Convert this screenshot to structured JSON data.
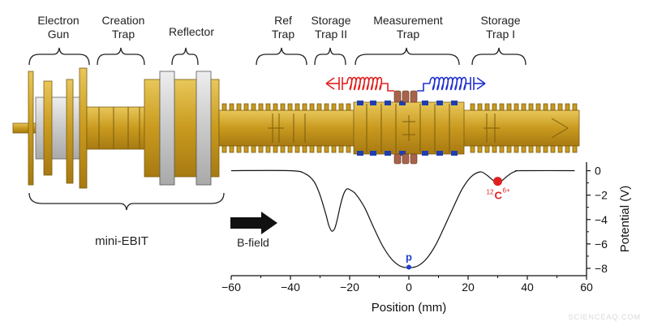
{
  "labels": {
    "electron_gun": [
      "Electron",
      "Gun"
    ],
    "creation_trap": [
      "Creation",
      "Trap"
    ],
    "reflector": "Reflector",
    "ref_trap": [
      "Ref",
      "Trap"
    ],
    "storage_trap_2": [
      "Storage",
      "Trap II"
    ],
    "measurement_trap": [
      "Measurement",
      "Trap"
    ],
    "storage_trap_1": [
      "Storage",
      "Trap I"
    ],
    "mini_ebit": "mini-EBIT",
    "b_field": "B-field"
  },
  "colors": {
    "gold": "#d4a82a",
    "gold_dark": "#9c7411",
    "gray": "#cfcfcf",
    "navy": "#1f3fb0",
    "red": "#e02020",
    "blue": "#2030d0",
    "copper": "#a8644a"
  },
  "chart_data": {
    "type": "line",
    "xlabel": "Position (mm)",
    "ylabel": "Potential (V)",
    "xlim": [
      -60,
      60
    ],
    "ylim": [
      -8.6,
      0.7
    ],
    "xticks": [
      -60,
      -40,
      -20,
      0,
      20,
      40,
      60
    ],
    "yticks": [
      0,
      -2,
      -4,
      -6,
      -8
    ],
    "series": [
      {
        "points": [
          [
            -60,
            0
          ],
          [
            -40,
            0
          ],
          [
            -35,
            -0.25
          ],
          [
            -32,
            -0.9
          ],
          [
            -30,
            -2.0
          ],
          [
            -28,
            -3.6
          ],
          [
            -27,
            -4.5
          ],
          [
            -26,
            -4.95
          ],
          [
            -25,
            -4.7
          ],
          [
            -24,
            -3.8
          ],
          [
            -23,
            -2.7
          ],
          [
            -22,
            -1.9
          ],
          [
            -21,
            -1.5
          ],
          [
            -20,
            -1.55
          ],
          [
            -18,
            -1.9
          ],
          [
            -15,
            -3.0
          ],
          [
            -12,
            -4.6
          ],
          [
            -9,
            -6.1
          ],
          [
            -6,
            -7.2
          ],
          [
            -3,
            -7.8
          ],
          [
            0,
            -7.95
          ],
          [
            3,
            -7.8
          ],
          [
            6,
            -7.2
          ],
          [
            9,
            -6.1
          ],
          [
            12,
            -4.6
          ],
          [
            15,
            -3.0
          ],
          [
            18,
            -1.5
          ],
          [
            21,
            -0.5
          ],
          [
            24,
            -0.1
          ],
          [
            26,
            -0.3
          ],
          [
            28,
            -0.7
          ],
          [
            29,
            -0.9
          ],
          [
            30,
            -0.95
          ],
          [
            31,
            -0.9
          ],
          [
            32,
            -0.7
          ],
          [
            34,
            -0.3
          ],
          [
            36,
            -0.05
          ],
          [
            38,
            0
          ],
          [
            56,
            0
          ]
        ]
      }
    ],
    "particles": [
      {
        "label": "p",
        "x": 0,
        "y": -7.9,
        "color": "#1f3fd0"
      },
      {
        "label": "C",
        "isotope": "12",
        "charge": "6+",
        "x": 30,
        "y": -1.0,
        "color": "#e02020"
      }
    ]
  },
  "watermark": "SCIENCEAQ.COM"
}
